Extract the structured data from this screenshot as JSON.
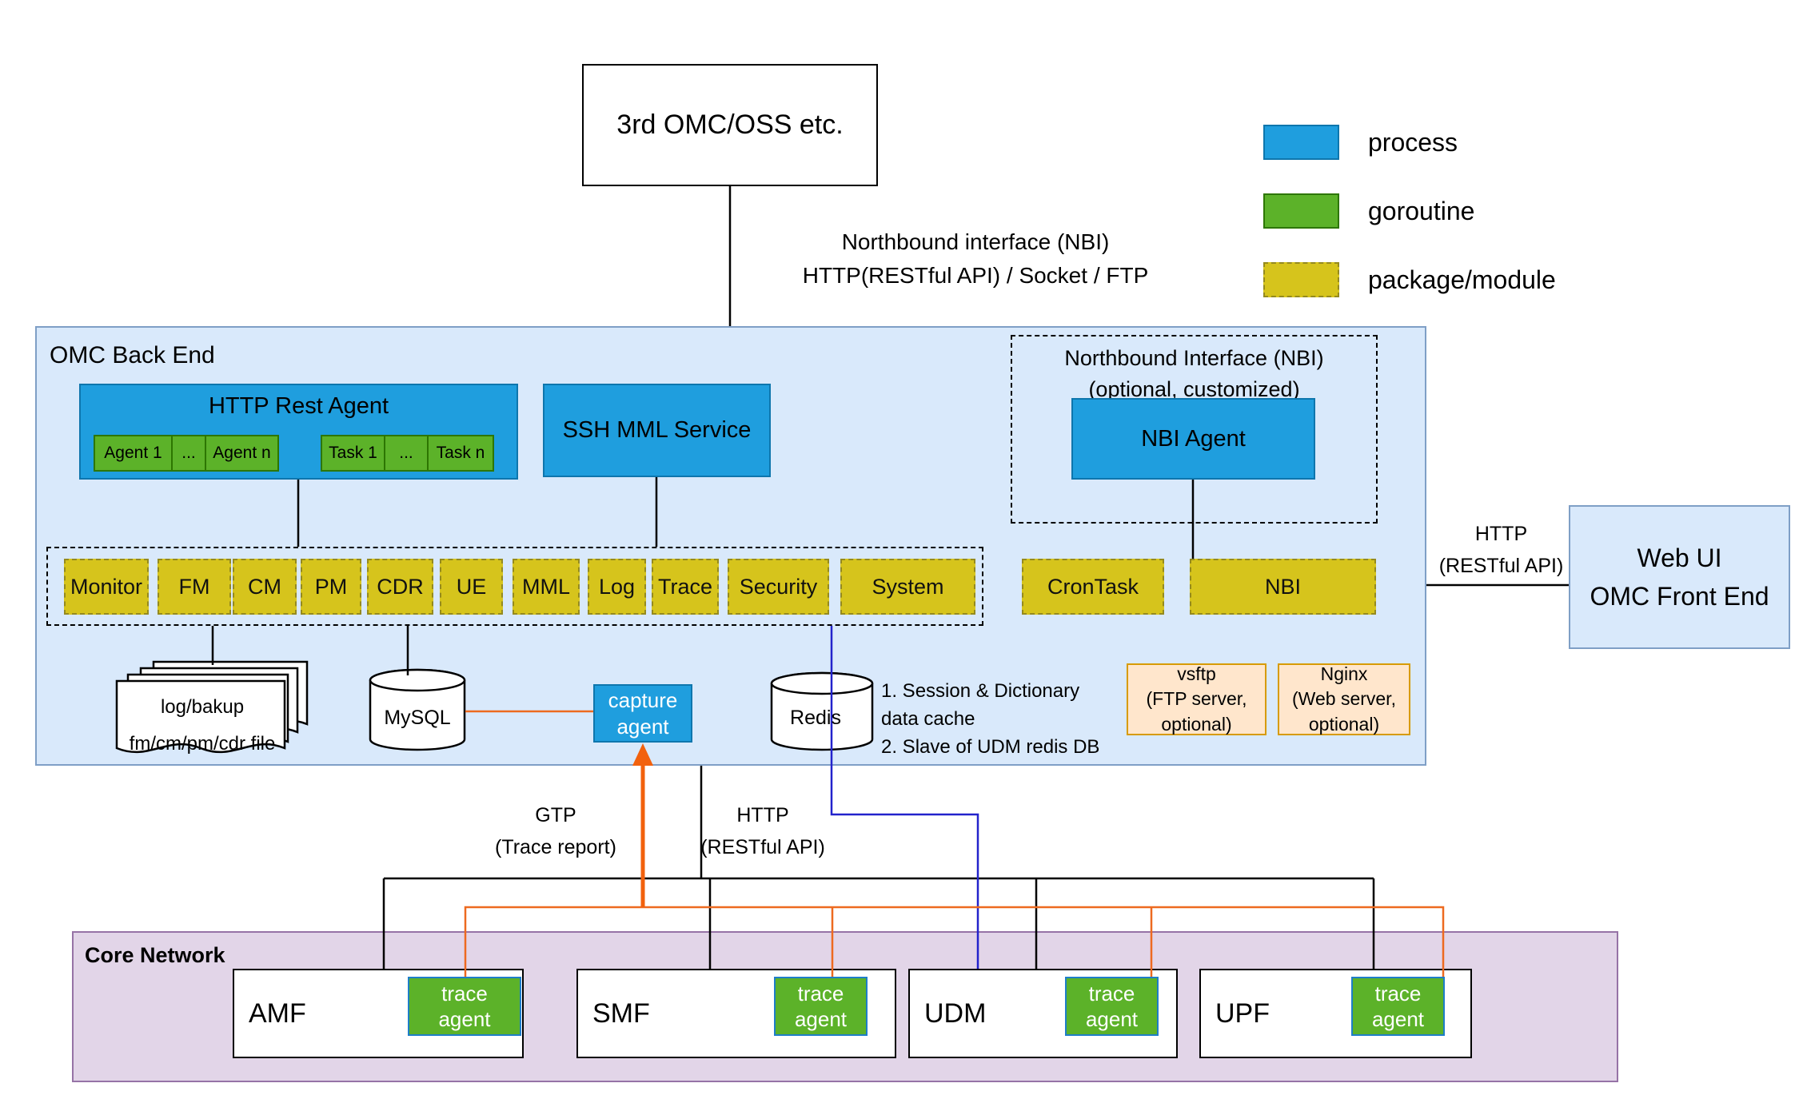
{
  "title": "OMC system architecture diagram",
  "external": {
    "oss": "3rd OMC/OSS etc.",
    "nbi_link_line1": "Northbound interface (NBI)",
    "nbi_link_line2": "HTTP(RESTful API) / Socket / FTP"
  },
  "legend": {
    "process": "process",
    "goroutine": "goroutine",
    "package": "package/module"
  },
  "backend": {
    "title": "OMC Back End",
    "http_rest_agent": {
      "title": "HTTP Rest Agent",
      "items": [
        "Agent 1",
        "...",
        "Agent n",
        "Task 1",
        "...",
        "Task n"
      ]
    },
    "ssh_mml": "SSH MML Service",
    "nbi_box": {
      "title_line1": "Northbound Interface (NBI)",
      "title_line2": "(optional, customized)",
      "agent": "NBI Agent"
    },
    "modules": [
      "Monitor",
      "FM",
      "CM",
      "PM",
      "CDR",
      "UE",
      "MML",
      "Log",
      "Trace",
      "Security",
      "System"
    ],
    "crontask": "CronTask",
    "nbi_module": "NBI",
    "files": {
      "line1": "log/bakup",
      "line2": "fm/cm/pm/cdr file"
    },
    "mysql": "MySQL",
    "capture_agent": "capture agent",
    "redis": "Redis",
    "redis_notes": [
      "1. Session & Dictionary",
      "data cache",
      "2. Slave of UDM redis DB"
    ],
    "vsftp": [
      "vsftp",
      "(FTP server,",
      "optional)"
    ],
    "nginx": [
      "Nginx",
      "(Web server,",
      "optional)"
    ]
  },
  "frontend": {
    "line1": "Web UI",
    "line2": "OMC Front End"
  },
  "labels": {
    "http_webui_line1": "HTTP",
    "http_webui_line2": "(RESTful API)",
    "gtp_line1": "GTP",
    "gtp_line2": "(Trace report)",
    "http_core_line1": "HTTP",
    "http_core_line2": "(RESTful API)"
  },
  "core": {
    "title": "Core Network",
    "nfs": [
      {
        "name": "AMF",
        "agent": "trace agent"
      },
      {
        "name": "SMF",
        "agent": "trace agent"
      },
      {
        "name": "UDM",
        "agent": "trace agent"
      },
      {
        "name": "UPF",
        "agent": "trace agent"
      }
    ]
  },
  "colors": {
    "process_blue": "#1f9ede",
    "goroutine_green": "#5cb229",
    "package_yellow": "#d6c41c",
    "backend_fill": "#d9e9fb",
    "core_fill": "#e2d5e8",
    "optional_fill": "#ffe6cc",
    "optional_border": "#d79b00",
    "line_orange": "#ed6a20",
    "line_blue": "#2323cc"
  }
}
